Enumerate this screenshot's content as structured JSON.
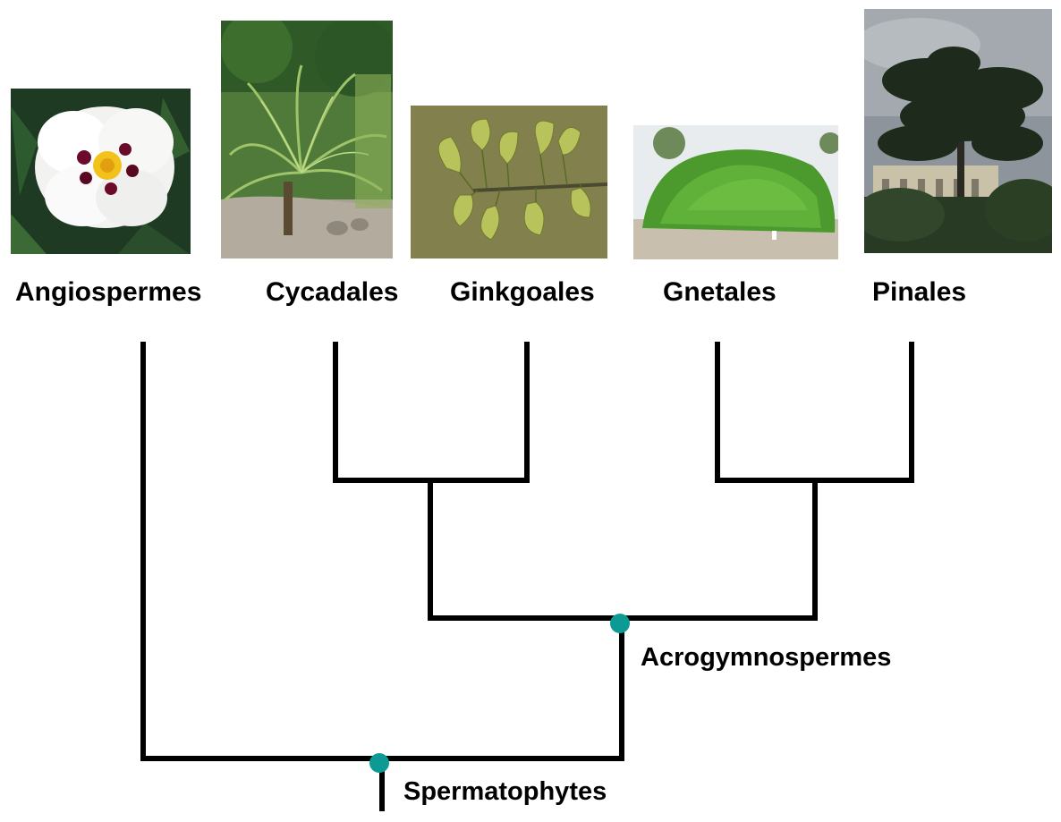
{
  "taxa": [
    {
      "label": "Angiospermes",
      "photo": "white-rockrose-flower-photo"
    },
    {
      "label": "Cycadales",
      "photo": "cycad-palm-photo"
    },
    {
      "label": "Ginkgoales",
      "photo": "ginkgo-leaves-photo"
    },
    {
      "label": "Gnetales",
      "photo": "ephedra-shrub-photo"
    },
    {
      "label": "Pinales",
      "photo": "pine-tree-photo"
    }
  ],
  "nodes": {
    "acrogymnospermes": "Acrogymnospermes",
    "spermatophytes": "Spermatophytes"
  },
  "colors": {
    "branch": "#000000",
    "node_marker": "#0e9a94"
  }
}
